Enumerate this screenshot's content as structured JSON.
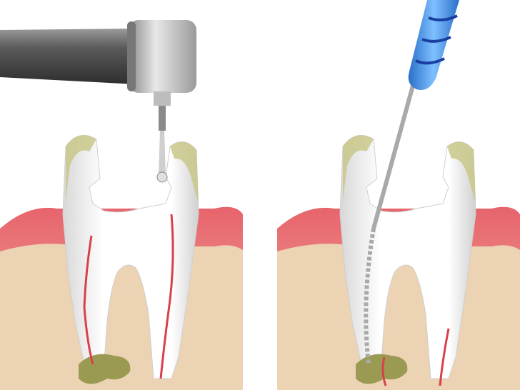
{
  "panels": [
    {
      "id": "drilling",
      "tool": "dental-drill-handpiece"
    },
    {
      "id": "root-canal-file",
      "tool": "endodontic-file"
    }
  ],
  "colors": {
    "gum": "#ec7a80",
    "bone": "#ecd3b4",
    "tooth": "#ffffff",
    "nerve": "#d9404a",
    "enamel_stain": "#c9c88a",
    "infection": "#9a9a52",
    "drill": "#555555",
    "file_handle": "#3a8fe6"
  }
}
